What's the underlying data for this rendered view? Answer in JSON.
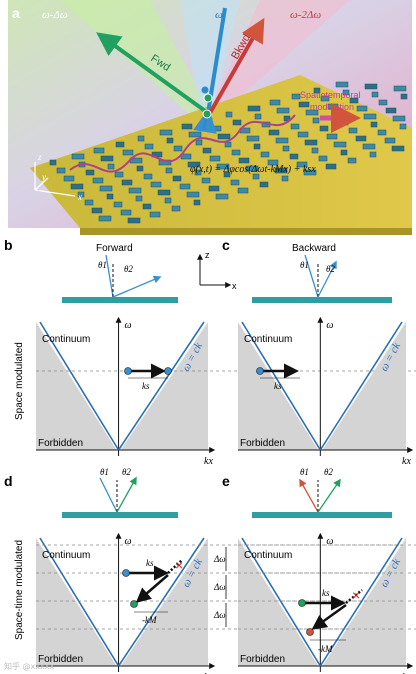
{
  "panel_a": {
    "label": "a",
    "omega_minus": "ω-Δω",
    "omega": "ω",
    "omega_minus2": "ω-2Δω",
    "fwd": "Fwd",
    "bkwd": "Bkwd",
    "modulation_line1": "Spatiotemporal",
    "modulation_line2": "modulation",
    "phase_eq": "φ(x,t) = Δφcos(Δωt-kMx) + ksx",
    "axis_z": "z",
    "axis_y": "y",
    "axis_x": "x",
    "colors": {
      "green": "#1a9a56",
      "blue": "#2a8cc8",
      "red": "#c83a3a"
    }
  },
  "panel_b": {
    "label": "b",
    "title": "Forward",
    "theta1": "θ1",
    "theta2": "θ2",
    "continuum": "Continuum",
    "forbidden": "Forbidden",
    "ks": "ks",
    "light_line": "ω = ck",
    "omega_axis": "ω",
    "kx_axis": "kx"
  },
  "panel_c": {
    "label": "c",
    "title": "Backward",
    "theta1": "θ1",
    "theta2": "θ2",
    "continuum": "Continuum",
    "forbidden": "Forbidden",
    "ks": "ks",
    "light_line": "ω = ck",
    "omega_axis": "ω",
    "kx_axis": "kx"
  },
  "panel_d": {
    "label": "d",
    "theta1": "θ1",
    "theta2": "θ2",
    "continuum": "Continuum",
    "forbidden": "Forbidden",
    "ks": "ks",
    "km": "-kM",
    "light_line": "ω = ck",
    "omega_axis": "ω",
    "kx_axis": "kx",
    "delta": [
      "Δω",
      "Δω",
      "Δω"
    ]
  },
  "panel_e": {
    "label": "e",
    "theta1": "θ1",
    "theta2": "θ2",
    "continuum": "Continuum",
    "forbidden": "Forbidden",
    "ks": "ks",
    "km": "-kM",
    "light_line": "ω = ck",
    "omega_axis": "ω",
    "kx_axis": "kx"
  },
  "row_labels": {
    "space": "Space modulated",
    "spacetime": "Space-time modulated"
  },
  "coord": {
    "z": "z",
    "x": "x"
  },
  "watermark": "知乎 @xxxxx"
}
